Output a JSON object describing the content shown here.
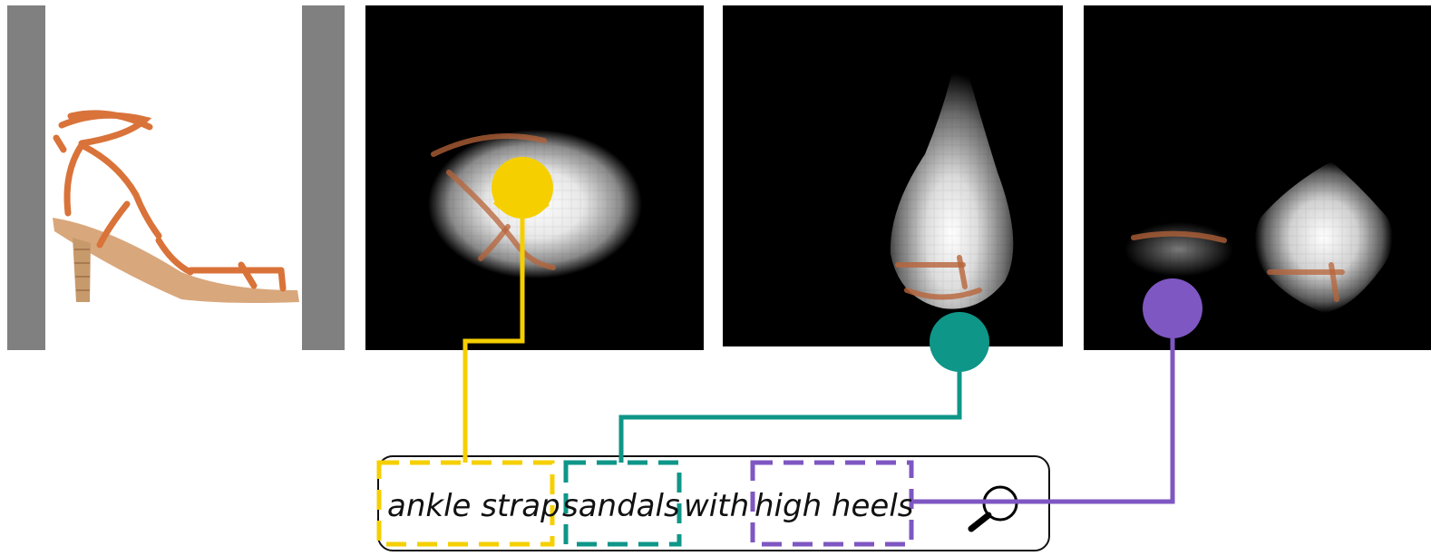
{
  "query": {
    "tokens": [
      {
        "text": "ankle strap",
        "highlighted": true,
        "color": "#f5cf00"
      },
      {
        "text": "sandals",
        "highlighted": true,
        "color": "#0e9688"
      },
      {
        "text": "with",
        "highlighted": false
      },
      {
        "text": "high heels",
        "highlighted": true,
        "color": "#7e57c2"
      }
    ],
    "search_icon": "magnifier-icon"
  },
  "panels": [
    {
      "kind": "product-photo",
      "subject": "orange ankle-strap high-heel sandal"
    },
    {
      "kind": "attention-map",
      "token": "ankle strap"
    },
    {
      "kind": "attention-map",
      "token": "sandals"
    },
    {
      "kind": "attention-map",
      "token": "high heels"
    }
  ],
  "colors": {
    "yellow": "#f5cf00",
    "teal": "#0e9688",
    "purple": "#7e57c2",
    "shoe": "#d9733a",
    "heel": "#c79a6c",
    "side_bar": "#808080"
  }
}
